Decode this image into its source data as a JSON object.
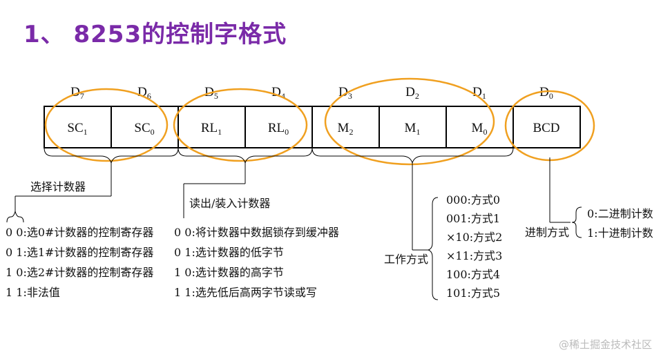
{
  "title": "1、 8253的控制字格式",
  "bits": [
    {
      "base": "D",
      "sub": "7"
    },
    {
      "base": "D",
      "sub": "6"
    },
    {
      "base": "D",
      "sub": "5"
    },
    {
      "base": "D",
      "sub": "4"
    },
    {
      "base": "D",
      "sub": "3"
    },
    {
      "base": "D",
      "sub": "2"
    },
    {
      "base": "D",
      "sub": "1"
    },
    {
      "base": "D",
      "sub": "0"
    }
  ],
  "cells": [
    {
      "base": "SC",
      "sub": "1"
    },
    {
      "base": "SC",
      "sub": "0"
    },
    {
      "base": "RL",
      "sub": "1"
    },
    {
      "base": "RL",
      "sub": "0"
    },
    {
      "base": "M",
      "sub": "2"
    },
    {
      "base": "M",
      "sub": "1"
    },
    {
      "base": "M",
      "sub": "0"
    },
    {
      "base": "BCD",
      "sub": ""
    }
  ],
  "groups": {
    "sc": {
      "label": "选择计数器",
      "items": [
        "0 0:选0#计数器的控制寄存器",
        "0 1:选1#计数器的控制寄存器",
        "1 0:选2#计数器的控制寄存器",
        "1 1:非法值"
      ]
    },
    "rl": {
      "label": "读出/装入计数器",
      "items": [
        "0  0:将计数器中数据锁存到缓冲器",
        "0  1:选计数器的低字节",
        "1  0:选计数器的高字节",
        "1  1:选先低后高两字节读或写"
      ]
    },
    "mode": {
      "label": "工作方式",
      "items": [
        "000:方式0",
        "001:方式1",
        "×10:方式2",
        "×11:方式3",
        "100:方式4",
        "101:方式5"
      ]
    },
    "bcd": {
      "label": "进制方式",
      "items": [
        "0:二进制计数",
        "1:十进制计数"
      ]
    }
  },
  "watermark": "@稀土掘金技术社区",
  "colors": {
    "title": "#7a2aa8",
    "highlight": "#f0a020",
    "line": "#000000"
  }
}
